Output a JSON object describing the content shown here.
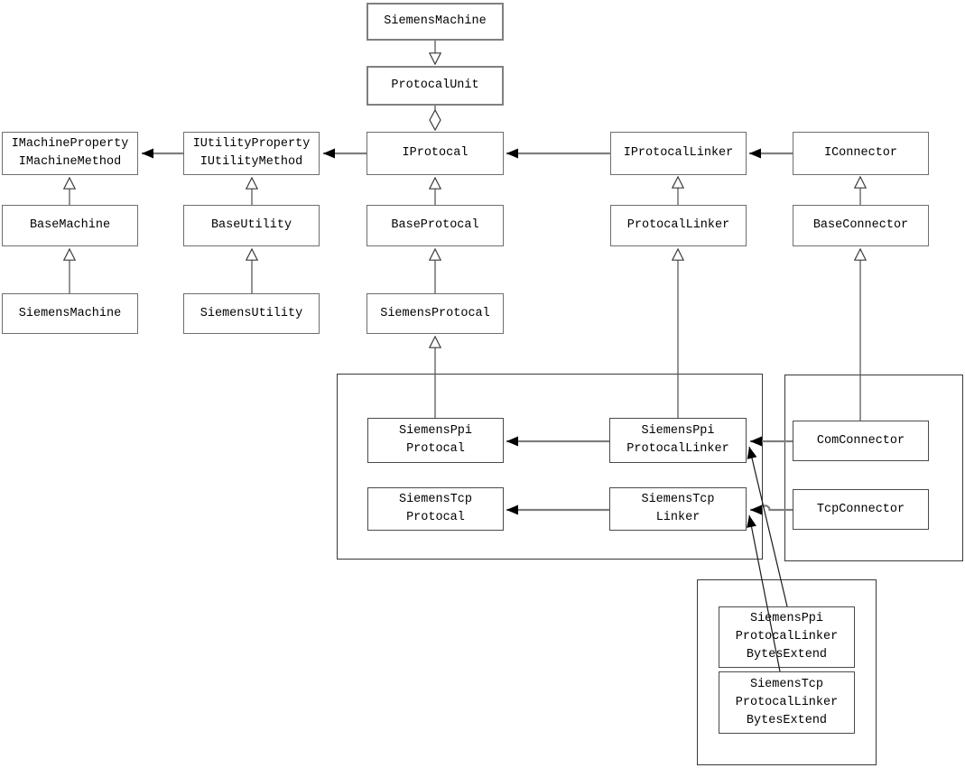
{
  "diagram": {
    "title": "Siemens protocol class diagram",
    "nodes": {
      "siemens_machine_top": "SiemensMachine",
      "protocal_unit": "ProtocalUnit",
      "imachine": "IMachineProperty\nIMachineMethod",
      "iutility": "IUtilityProperty\nIUtilityMethod",
      "iprotocal": "IProtocal",
      "iprotocal_linker": "IProtocalLinker",
      "iconnector": "IConnector",
      "base_machine": "BaseMachine",
      "base_utility": "BaseUtility",
      "base_protocal": "BaseProtocal",
      "protocal_linker": "ProtocalLinker",
      "base_connector": "BaseConnector",
      "siemens_machine": "SiemensMachine",
      "siemens_utility": "SiemensUtility",
      "siemens_protocal": "SiemensProtocal",
      "siemens_ppi_protocal": "SiemensPpi\nProtocal",
      "siemens_tcp_protocal": "SiemensTcp\nProtocal",
      "siemens_ppi_protocal_linker": "SiemensPpi\nProtocalLinker",
      "siemens_tcp_linker": "SiemensTcp\nLinker",
      "com_connector": "ComConnector",
      "tcp_connector": "TcpConnector",
      "siemens_ppi_protocal_linker_bytes_extend": "SiemensPpi\nProtocalLinker\nBytesExtend",
      "siemens_tcp_protocal_linker_bytes_extend": "SiemensTcp\nProtocalLinker\nBytesExtend"
    },
    "edges": [
      {
        "from": "SiemensMachine",
        "to": "ProtocalUnit",
        "type": "generalization"
      },
      {
        "from": "ProtocalUnit",
        "to": "IProtocal",
        "type": "aggregation"
      },
      {
        "from": "IUtilityProperty/IUtilityMethod",
        "to": "IMachineProperty/IMachineMethod",
        "type": "association"
      },
      {
        "from": "IProtocal",
        "to": "IUtilityProperty/IUtilityMethod",
        "type": "association"
      },
      {
        "from": "IProtocalLinker",
        "to": "IProtocal",
        "type": "association"
      },
      {
        "from": "IConnector",
        "to": "IProtocalLinker",
        "type": "association"
      },
      {
        "from": "BaseMachine",
        "to": "IMachineProperty/IMachineMethod",
        "type": "inheritance"
      },
      {
        "from": "BaseUtility",
        "to": "IUtilityProperty/IUtilityMethod",
        "type": "inheritance"
      },
      {
        "from": "BaseProtocal",
        "to": "IProtocal",
        "type": "inheritance"
      },
      {
        "from": "ProtocalLinker",
        "to": "IProtocalLinker",
        "type": "inheritance"
      },
      {
        "from": "BaseConnector",
        "to": "IConnector",
        "type": "inheritance"
      },
      {
        "from": "SiemensMachine",
        "to": "BaseMachine",
        "type": "inheritance"
      },
      {
        "from": "SiemensUtility",
        "to": "BaseUtility",
        "type": "inheritance"
      },
      {
        "from": "SiemensProtocal",
        "to": "BaseProtocal",
        "type": "inheritance"
      },
      {
        "from": "SiemensPpiProtocal",
        "to": "SiemensProtocal",
        "type": "inheritance"
      },
      {
        "from": "SiemensPpiProtocalLinker",
        "to": "ProtocalLinker",
        "type": "inheritance"
      },
      {
        "from": "ComConnector",
        "to": "BaseConnector",
        "type": "inheritance"
      },
      {
        "from": "SiemensPpiProtocalLinker",
        "to": "SiemensPpiProtocal",
        "type": "association"
      },
      {
        "from": "SiemensTcpLinker",
        "to": "SiemensTcpProtocal",
        "type": "association"
      },
      {
        "from": "ComConnector",
        "to": "SiemensPpiProtocalLinker",
        "type": "association"
      },
      {
        "from": "TcpConnector",
        "to": "SiemensTcpLinker",
        "type": "association"
      },
      {
        "from": "SiemensPpiProtocalLinkerBytesExtend",
        "to": "SiemensPpiProtocalLinker",
        "type": "association"
      },
      {
        "from": "SiemensTcpProtocalLinkerBytesExtend",
        "to": "SiemensTcpLinker",
        "type": "association"
      }
    ],
    "colors": {
      "background": "#ffffff",
      "node_border_thick": "#7f7f7f",
      "node_border": "#6e6e6e",
      "inner_border": "#4a4a4a",
      "association_line": "#7f7f7f",
      "inheritance_line": "#5a5a5a",
      "arrowhead": "#000000"
    }
  }
}
